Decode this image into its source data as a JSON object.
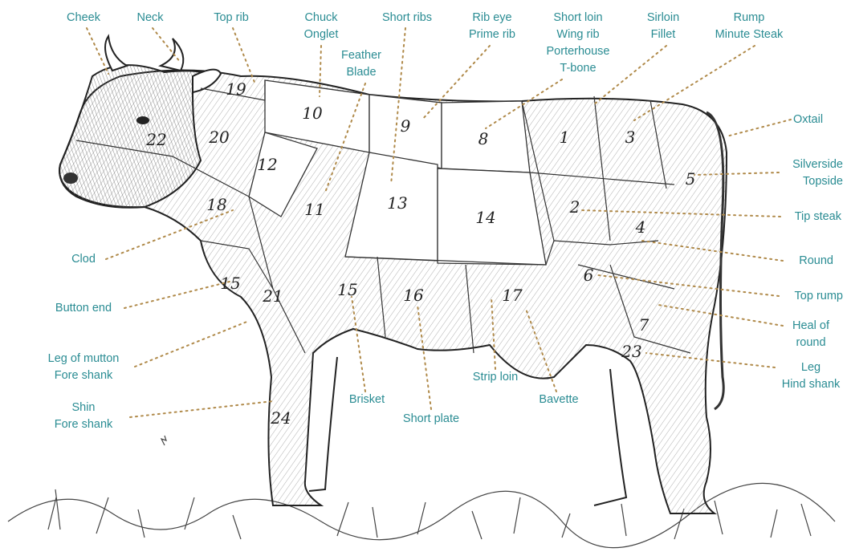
{
  "labels": {
    "cheek": "Cheek",
    "neck": "Neck",
    "top_rib": "Top rib",
    "chuck": [
      "Chuck",
      "Onglet"
    ],
    "feather": [
      "Feather",
      "Blade"
    ],
    "short_ribs": "Short ribs",
    "rib_eye": [
      "Rib eye",
      "Prime rib"
    ],
    "short_loin": [
      "Short loin",
      "Wing rib",
      "Porterhouse",
      "T-bone"
    ],
    "sirloin": [
      "Sirloin",
      "Fillet"
    ],
    "rump": [
      "Rump",
      "Minute Steak"
    ],
    "oxtail": "Oxtail",
    "silverside": [
      "Silverside",
      "Topside"
    ],
    "tip_steak": "Tip steak",
    "round": "Round",
    "top_rump": "Top rump",
    "heal_of_round": [
      "Heal of",
      "round"
    ],
    "leg": [
      "Leg",
      "Hind shank"
    ],
    "clod": "Clod",
    "button_end": "Button end",
    "leg_of_mutton": [
      "Leg of mutton",
      "Fore shank"
    ],
    "shin": [
      "Shin",
      "Fore shank"
    ],
    "brisket": "Brisket",
    "short_plate": "Short plate",
    "strip_loin": "Strip loin",
    "bavette": "Bavette"
  },
  "cut_numbers": [
    "1",
    "2",
    "3",
    "4",
    "5",
    "6",
    "7",
    "8",
    "9",
    "10",
    "11",
    "12",
    "13",
    "14",
    "15",
    "15",
    "16",
    "17",
    "18",
    "19",
    "20",
    "21",
    "22",
    "23",
    "24"
  ],
  "colors": {
    "label": "#2a8c93",
    "leader": "#b08a4a",
    "ink": "#222222"
  }
}
